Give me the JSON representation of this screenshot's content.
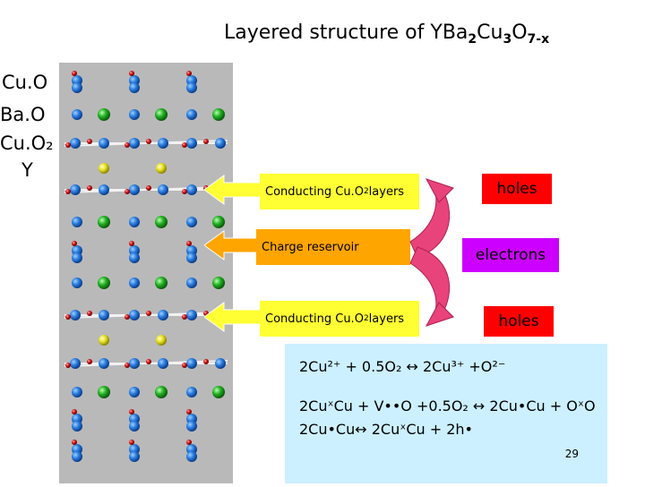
{
  "title": {
    "main": "Layered structure of YBa",
    "sub1": "2",
    "mid1": "Cu",
    "sub2": "3",
    "mid2": "O",
    "sub3": "7-x"
  },
  "layer_labels": [
    "Cu.O",
    "Ba.O",
    "Cu.O₂",
    "Y"
  ],
  "callouts": [
    {
      "label": "Conducting Cu.O",
      "sub": "2",
      "tail": " layers",
      "carrier": "holes"
    },
    {
      "label": "Charge reservoir",
      "sub": "",
      "tail": "",
      "carrier": "electrons"
    },
    {
      "label": "Conducting Cu.O",
      "sub": "2",
      "tail": " layers",
      "carrier": "holes"
    }
  ],
  "equations": {
    "line1": "2Cu²⁺ + 0.5O₂ ↔ 2Cu³⁺ +O²⁻",
    "line2": "2CuˣCu + V••O +0.5O₂ ↔ 2Cu•Cu + OˣO",
    "line3": "2Cu•Cu↔ 2CuˣCu + 2h•"
  },
  "page_number": "29",
  "colors": {
    "crystal_bg": "#b9b9b9",
    "yellow": "#ffff33",
    "orange": "#ffa500",
    "red": "#ff0000",
    "violet": "#cc00ff",
    "pink": "#e8437a",
    "eq_bg": "#ccf0ff"
  }
}
